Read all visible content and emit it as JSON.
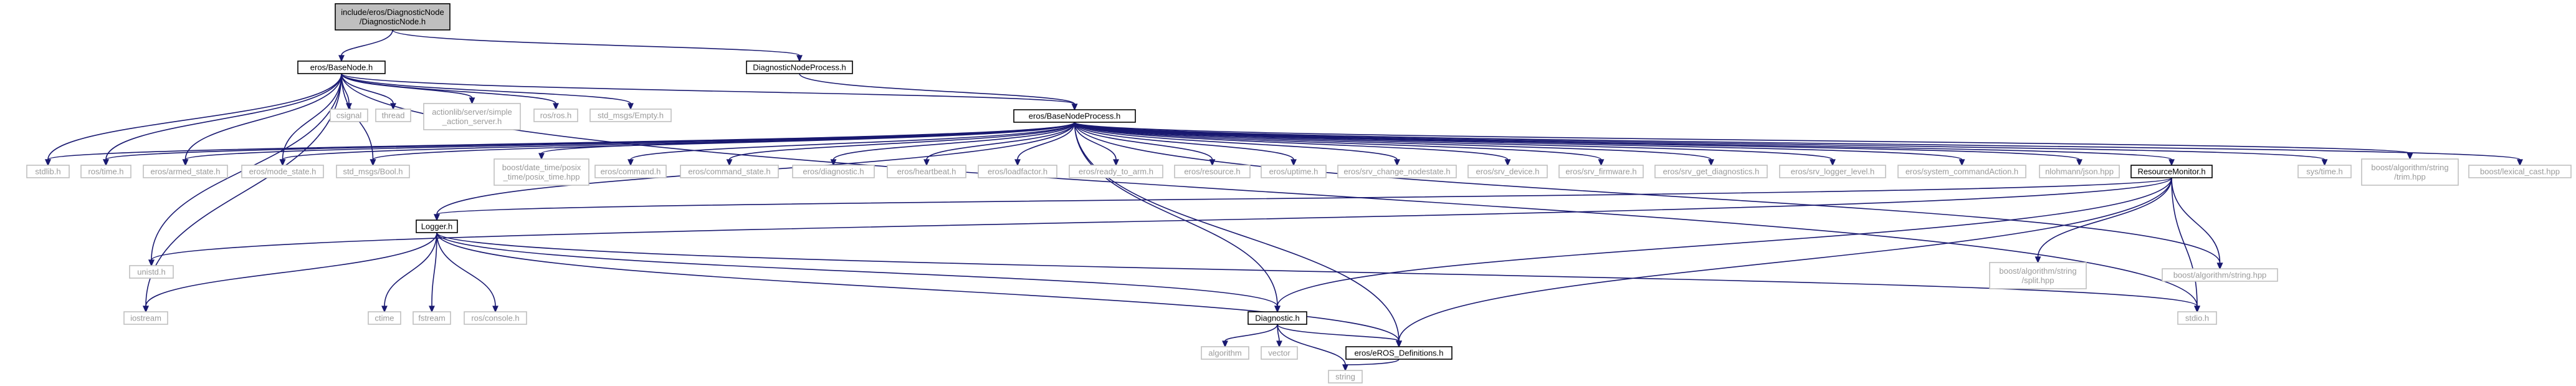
{
  "graph": {
    "nodes": [
      {
        "id": "diagnostic_node_h",
        "lines": [
          "include/eros/DiagnosticNode",
          "/DiagnosticNode.h"
        ],
        "kind": "focus"
      },
      {
        "id": "base_node_h",
        "lines": [
          "eros/BaseNode.h"
        ],
        "kind": "internal"
      },
      {
        "id": "diagnostic_node_process_h",
        "lines": [
          "DiagnosticNodeProcess.h"
        ],
        "kind": "internal"
      },
      {
        "id": "csignal",
        "lines": [
          "csignal"
        ],
        "kind": "external"
      },
      {
        "id": "thread",
        "lines": [
          "thread"
        ],
        "kind": "external"
      },
      {
        "id": "actionlib_simple_action_server_h",
        "lines": [
          "actionlib/server/simple",
          "_action_server.h"
        ],
        "kind": "external"
      },
      {
        "id": "ros_ros_h",
        "lines": [
          "ros/ros.h"
        ],
        "kind": "external"
      },
      {
        "id": "std_msgs_empty_h",
        "lines": [
          "std_msgs/Empty.h"
        ],
        "kind": "external"
      },
      {
        "id": "base_node_process_h",
        "lines": [
          "eros/BaseNodeProcess.h"
        ],
        "kind": "internal"
      },
      {
        "id": "stdlib_h",
        "lines": [
          "stdlib.h"
        ],
        "kind": "external"
      },
      {
        "id": "ros_time_h",
        "lines": [
          "ros/time.h"
        ],
        "kind": "external"
      },
      {
        "id": "eros_armed_state_h",
        "lines": [
          "eros/armed_state.h"
        ],
        "kind": "external"
      },
      {
        "id": "eros_mode_state_h",
        "lines": [
          "eros/mode_state.h"
        ],
        "kind": "external"
      },
      {
        "id": "std_msgs_bool_h",
        "lines": [
          "std_msgs/Bool.h"
        ],
        "kind": "external"
      },
      {
        "id": "boost_posix_time_hpp",
        "lines": [
          "boost/date_time/posix",
          "_time/posix_time.hpp"
        ],
        "kind": "external"
      },
      {
        "id": "eros_command_h",
        "lines": [
          "eros/command.h"
        ],
        "kind": "external"
      },
      {
        "id": "eros_command_state_h",
        "lines": [
          "eros/command_state.h"
        ],
        "kind": "external"
      },
      {
        "id": "eros_diagnostic_h",
        "lines": [
          "eros/diagnostic.h"
        ],
        "kind": "external"
      },
      {
        "id": "eros_heartbeat_h",
        "lines": [
          "eros/heartbeat.h"
        ],
        "kind": "external"
      },
      {
        "id": "eros_loadfactor_h",
        "lines": [
          "eros/loadfactor.h"
        ],
        "kind": "external"
      },
      {
        "id": "eros_ready_to_arm_h",
        "lines": [
          "eros/ready_to_arm.h"
        ],
        "kind": "external"
      },
      {
        "id": "eros_resource_h",
        "lines": [
          "eros/resource.h"
        ],
        "kind": "external"
      },
      {
        "id": "eros_uptime_h",
        "lines": [
          "eros/uptime.h"
        ],
        "kind": "external"
      },
      {
        "id": "eros_srv_change_nodestate_h",
        "lines": [
          "eros/srv_change_nodestate.h"
        ],
        "kind": "external"
      },
      {
        "id": "eros_srv_device_h",
        "lines": [
          "eros/srv_device.h"
        ],
        "kind": "external"
      },
      {
        "id": "eros_srv_firmware_h",
        "lines": [
          "eros/srv_firmware.h"
        ],
        "kind": "external"
      },
      {
        "id": "eros_srv_get_diagnostics_h",
        "lines": [
          "eros/srv_get_diagnostics.h"
        ],
        "kind": "external"
      },
      {
        "id": "eros_srv_logger_level_h",
        "lines": [
          "eros/srv_logger_level.h"
        ],
        "kind": "external"
      },
      {
        "id": "eros_system_commandaction_h",
        "lines": [
          "eros/system_commandAction.h"
        ],
        "kind": "external"
      },
      {
        "id": "nlohmann_json_hpp",
        "lines": [
          "nlohmann/json.hpp"
        ],
        "kind": "external"
      },
      {
        "id": "resource_monitor_h",
        "lines": [
          "ResourceMonitor.h"
        ],
        "kind": "internal"
      },
      {
        "id": "sys_time_h",
        "lines": [
          "sys/time.h"
        ],
        "kind": "external"
      },
      {
        "id": "boost_trim_hpp",
        "lines": [
          "boost/algorithm/string",
          "/trim.hpp"
        ],
        "kind": "external"
      },
      {
        "id": "boost_lexical_cast_hpp",
        "lines": [
          "boost/lexical_cast.hpp"
        ],
        "kind": "external"
      },
      {
        "id": "logger_h",
        "lines": [
          "Logger.h"
        ],
        "kind": "internal"
      },
      {
        "id": "unistd_h",
        "lines": [
          "unistd.h"
        ],
        "kind": "external"
      },
      {
        "id": "boost_split_hpp",
        "lines": [
          "boost/algorithm/string",
          "/split.hpp"
        ],
        "kind": "external"
      },
      {
        "id": "boost_string_hpp",
        "lines": [
          "boost/algorithm/string.hpp"
        ],
        "kind": "external"
      },
      {
        "id": "iostream",
        "lines": [
          "iostream"
        ],
        "kind": "external"
      },
      {
        "id": "ctime",
        "lines": [
          "ctime"
        ],
        "kind": "external"
      },
      {
        "id": "fstream",
        "lines": [
          "fstream"
        ],
        "kind": "external"
      },
      {
        "id": "ros_console_h",
        "lines": [
          "ros/console.h"
        ],
        "kind": "external"
      },
      {
        "id": "diagnostic_h",
        "lines": [
          "Diagnostic.h"
        ],
        "kind": "internal"
      },
      {
        "id": "stdio_h",
        "lines": [
          "stdio.h"
        ],
        "kind": "external"
      },
      {
        "id": "algorithm",
        "lines": [
          "algorithm"
        ],
        "kind": "external"
      },
      {
        "id": "vector",
        "lines": [
          "vector"
        ],
        "kind": "external"
      },
      {
        "id": "eros_definitions_h",
        "lines": [
          "eros/eROS_Definitions.h"
        ],
        "kind": "internal"
      },
      {
        "id": "string",
        "lines": [
          "string"
        ],
        "kind": "external"
      }
    ],
    "edges": [
      [
        "diagnostic_node_h",
        "base_node_h"
      ],
      [
        "diagnostic_node_h",
        "diagnostic_node_process_h"
      ],
      [
        "base_node_h",
        "csignal"
      ],
      [
        "base_node_h",
        "thread"
      ],
      [
        "base_node_h",
        "actionlib_simple_action_server_h"
      ],
      [
        "base_node_h",
        "ros_ros_h"
      ],
      [
        "base_node_h",
        "std_msgs_empty_h"
      ],
      [
        "base_node_h",
        "base_node_process_h"
      ],
      [
        "base_node_h",
        "stdlib_h"
      ],
      [
        "base_node_h",
        "ros_time_h"
      ],
      [
        "base_node_h",
        "eros_armed_state_h"
      ],
      [
        "base_node_h",
        "eros_mode_state_h"
      ],
      [
        "base_node_h",
        "std_msgs_bool_h"
      ],
      [
        "base_node_h",
        "unistd_h"
      ],
      [
        "base_node_h",
        "iostream"
      ],
      [
        "base_node_h",
        "stdio_h"
      ],
      [
        "diagnostic_node_process_h",
        "base_node_process_h"
      ],
      [
        "base_node_process_h",
        "stdlib_h"
      ],
      [
        "base_node_process_h",
        "ros_time_h"
      ],
      [
        "base_node_process_h",
        "eros_armed_state_h"
      ],
      [
        "base_node_process_h",
        "eros_mode_state_h"
      ],
      [
        "base_node_process_h",
        "std_msgs_bool_h"
      ],
      [
        "base_node_process_h",
        "boost_posix_time_hpp"
      ],
      [
        "base_node_process_h",
        "eros_command_h"
      ],
      [
        "base_node_process_h",
        "eros_command_state_h"
      ],
      [
        "base_node_process_h",
        "eros_diagnostic_h"
      ],
      [
        "base_node_process_h",
        "eros_heartbeat_h"
      ],
      [
        "base_node_process_h",
        "eros_loadfactor_h"
      ],
      [
        "base_node_process_h",
        "eros_ready_to_arm_h"
      ],
      [
        "base_node_process_h",
        "eros_resource_h"
      ],
      [
        "base_node_process_h",
        "eros_uptime_h"
      ],
      [
        "base_node_process_h",
        "eros_srv_change_nodestate_h"
      ],
      [
        "base_node_process_h",
        "eros_srv_device_h"
      ],
      [
        "base_node_process_h",
        "eros_srv_firmware_h"
      ],
      [
        "base_node_process_h",
        "eros_srv_get_diagnostics_h"
      ],
      [
        "base_node_process_h",
        "eros_srv_logger_level_h"
      ],
      [
        "base_node_process_h",
        "eros_system_commandaction_h"
      ],
      [
        "base_node_process_h",
        "nlohmann_json_hpp"
      ],
      [
        "base_node_process_h",
        "resource_monitor_h"
      ],
      [
        "base_node_process_h",
        "sys_time_h"
      ],
      [
        "base_node_process_h",
        "boost_trim_hpp"
      ],
      [
        "base_node_process_h",
        "boost_lexical_cast_hpp"
      ],
      [
        "base_node_process_h",
        "logger_h"
      ],
      [
        "base_node_process_h",
        "diagnostic_h"
      ],
      [
        "base_node_process_h",
        "eros_definitions_h"
      ],
      [
        "base_node_process_h",
        "boost_string_hpp"
      ],
      [
        "resource_monitor_h",
        "logger_h"
      ],
      [
        "resource_monitor_h",
        "unistd_h"
      ],
      [
        "resource_monitor_h",
        "boost_split_hpp"
      ],
      [
        "resource_monitor_h",
        "boost_string_hpp"
      ],
      [
        "resource_monitor_h",
        "stdio_h"
      ],
      [
        "resource_monitor_h",
        "diagnostic_h"
      ],
      [
        "resource_monitor_h",
        "eros_definitions_h"
      ],
      [
        "logger_h",
        "iostream"
      ],
      [
        "logger_h",
        "ctime"
      ],
      [
        "logger_h",
        "fstream"
      ],
      [
        "logger_h",
        "ros_console_h"
      ],
      [
        "logger_h",
        "diagnostic_h"
      ],
      [
        "logger_h",
        "stdio_h"
      ],
      [
        "logger_h",
        "eros_definitions_h"
      ],
      [
        "diagnostic_h",
        "algorithm"
      ],
      [
        "diagnostic_h",
        "vector"
      ],
      [
        "diagnostic_h",
        "eros_definitions_h"
      ],
      [
        "diagnostic_h",
        "string"
      ],
      [
        "eros_definitions_h",
        "string"
      ]
    ]
  }
}
